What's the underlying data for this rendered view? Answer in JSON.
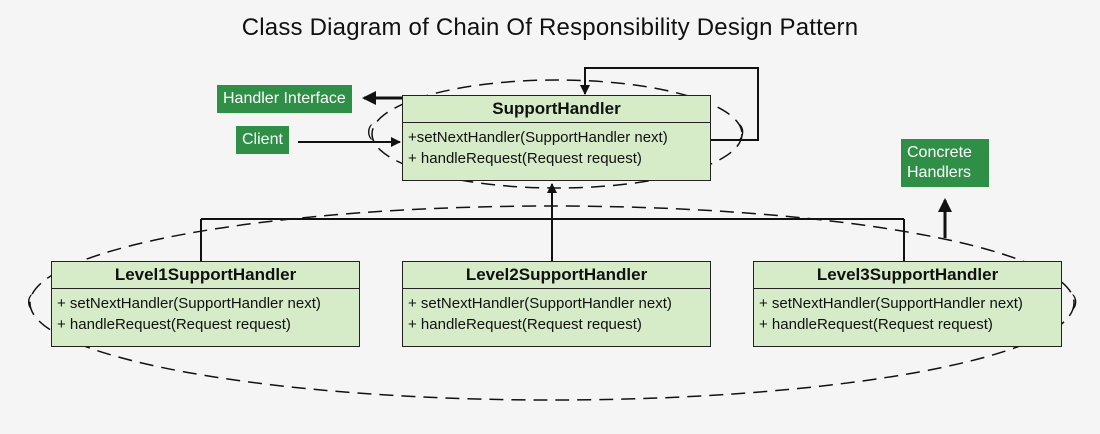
{
  "title": "Class Diagram of Chain Of Responsibility Design Pattern",
  "labels": {
    "handler_interface": "Handler Interface",
    "client": "Client",
    "concrete_handlers_line1": "Concrete",
    "concrete_handlers_line2": "Handlers"
  },
  "classes": {
    "support_handler": {
      "name": "SupportHandler",
      "methods": [
        "+setNextHandler(SupportHandler next)",
        "+ handleRequest(Request request)"
      ]
    },
    "level1": {
      "name": "Level1SupportHandler",
      "methods": [
        "+ setNextHandler(SupportHandler next)",
        "+ handleRequest(Request request)"
      ]
    },
    "level2": {
      "name": "Level2SupportHandler",
      "methods": [
        "+ setNextHandler(SupportHandler next)",
        "+ handleRequest(Request request)"
      ]
    },
    "level3": {
      "name": "Level3SupportHandler",
      "methods": [
        "+ setNextHandler(SupportHandler next)",
        "+ handleRequest(Request request)"
      ]
    }
  },
  "parens": {
    "open": "(",
    "close": ")"
  },
  "colors": {
    "label_bg": "#2f8f46",
    "class_bg": "#d6ebc8",
    "background": "#f5f5f5"
  }
}
